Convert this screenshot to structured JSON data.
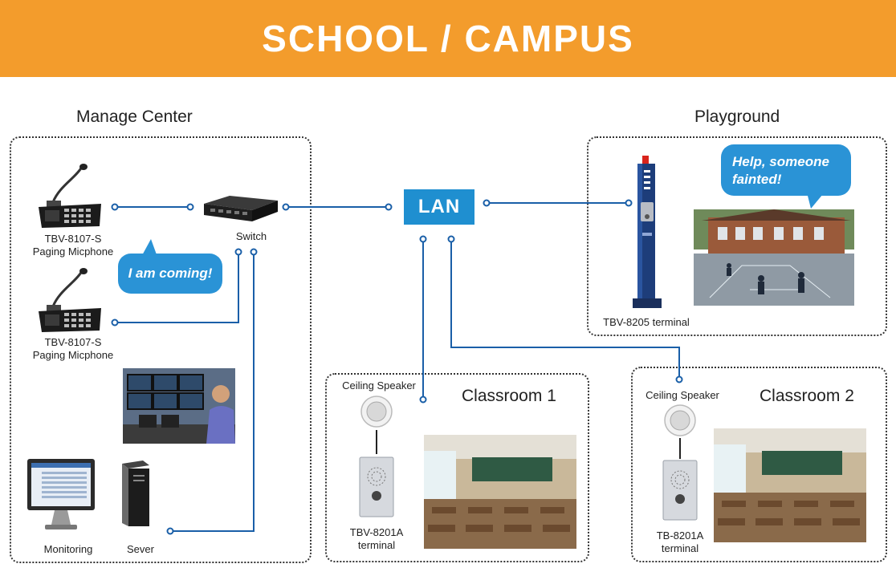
{
  "banner": {
    "title": "SCHOOL / CAMPUS",
    "color": "#f39c2c"
  },
  "lan": {
    "label": "LAN",
    "color": "#1f8fd0"
  },
  "wire_color": "#1a5fa8",
  "zones": {
    "manage_center": {
      "title": "Manage Center",
      "devices": {
        "mic1_model": "TBV-8107-S",
        "mic1_name": "Paging Micphone",
        "mic2_model": "TBV-8107-S",
        "mic2_name": "Paging Micphone",
        "switch": "Switch",
        "monitoring": "Monitoring",
        "server": "Sever"
      },
      "bubble": "I am coming!"
    },
    "playground": {
      "title": "Playground",
      "terminal": "TBV-8205 terminal",
      "bubble_line1": "Help, someone",
      "bubble_line2": "fainted!"
    },
    "classroom1": {
      "title": "Classroom 1",
      "speaker": "Ceiling Speaker",
      "terminal_model": "TBV-8201A",
      "terminal_word": "terminal"
    },
    "classroom2": {
      "title": "Classroom 2",
      "speaker": "Ceiling Speaker",
      "terminal_model": "TB-8201A",
      "terminal_word": "terminal"
    }
  }
}
